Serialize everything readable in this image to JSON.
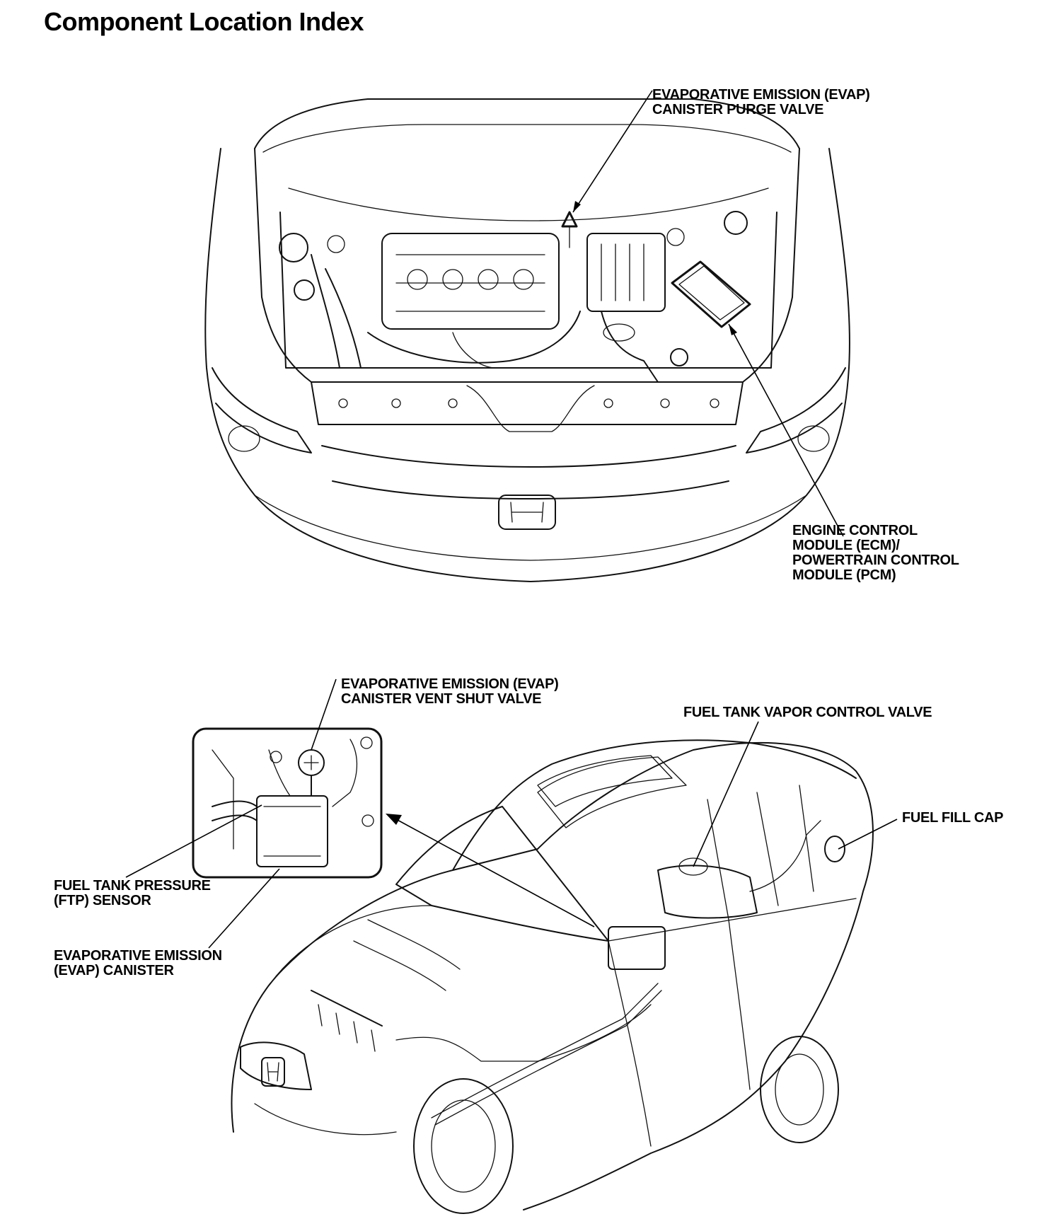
{
  "page": {
    "title": "Component Location Index"
  },
  "engine_bay_view": {
    "callouts": [
      {
        "id": "evap_purge_valve",
        "lines": [
          "EVAPORATIVE EMISSION (EVAP)",
          "CANISTER PURGE VALVE"
        ]
      },
      {
        "id": "ecm_pcm",
        "lines": [
          "ENGINE CONTROL",
          "MODULE (ECM)/",
          "POWERTRAIN CONTROL",
          "MODULE (PCM)"
        ]
      }
    ]
  },
  "vehicle_view": {
    "callouts": [
      {
        "id": "evap_vent_shut_valve",
        "lines": [
          "EVAPORATIVE EMISSION (EVAP)",
          "CANISTER VENT SHUT VALVE"
        ]
      },
      {
        "id": "fuel_tank_vapor_control_valve",
        "lines": [
          "FUEL TANK VAPOR CONTROL VALVE"
        ]
      },
      {
        "id": "fuel_fill_cap",
        "lines": [
          "FUEL FILL CAP"
        ]
      },
      {
        "id": "ftp_sensor",
        "lines": [
          "FUEL TANK PRESSURE",
          "(FTP) SENSOR"
        ]
      },
      {
        "id": "evap_canister",
        "lines": [
          "EVAPORATIVE EMISSION",
          "(EVAP) CANISTER"
        ]
      }
    ]
  }
}
